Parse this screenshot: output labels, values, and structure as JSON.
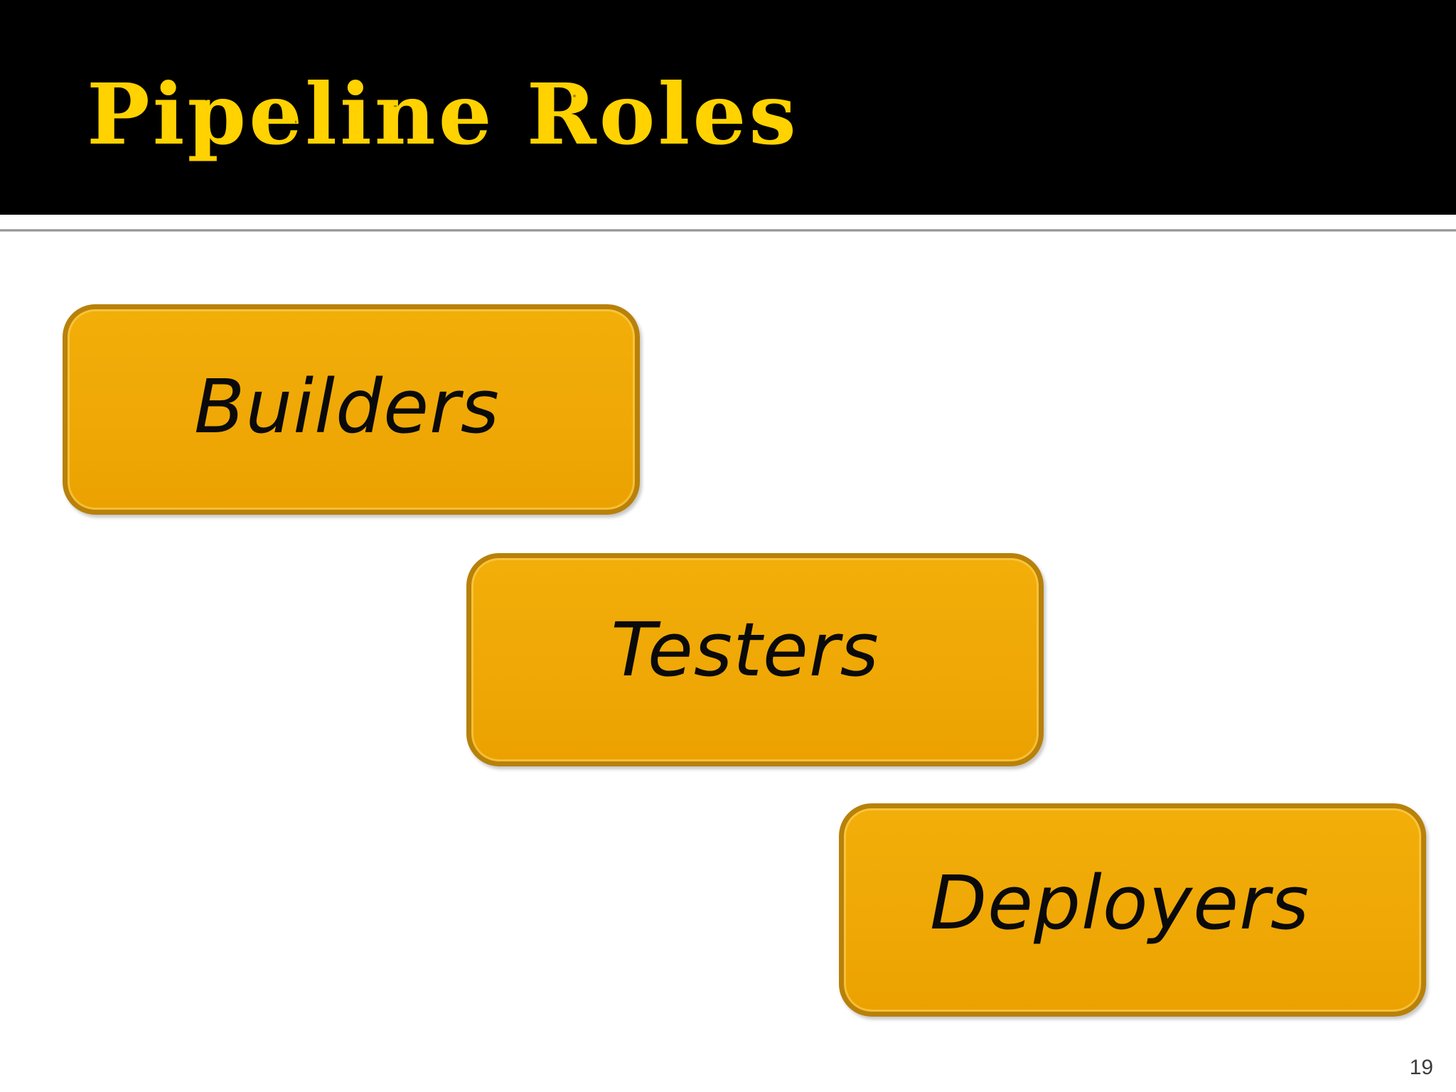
{
  "slide": {
    "title": "Pipeline Roles",
    "page_number": "19",
    "background_color": "#FFFFFF"
  },
  "header": {
    "band_color": "#000000",
    "title_color": "#FFD200",
    "rule_color": "#8D8D8D"
  },
  "roles": {
    "accent_fill": "#EFA806",
    "accent_border": "#B8810A",
    "label_color": "#0A0A0A",
    "items": [
      {
        "label": "Builders"
      },
      {
        "label": "Testers"
      },
      {
        "label": "Deployers"
      }
    ]
  }
}
